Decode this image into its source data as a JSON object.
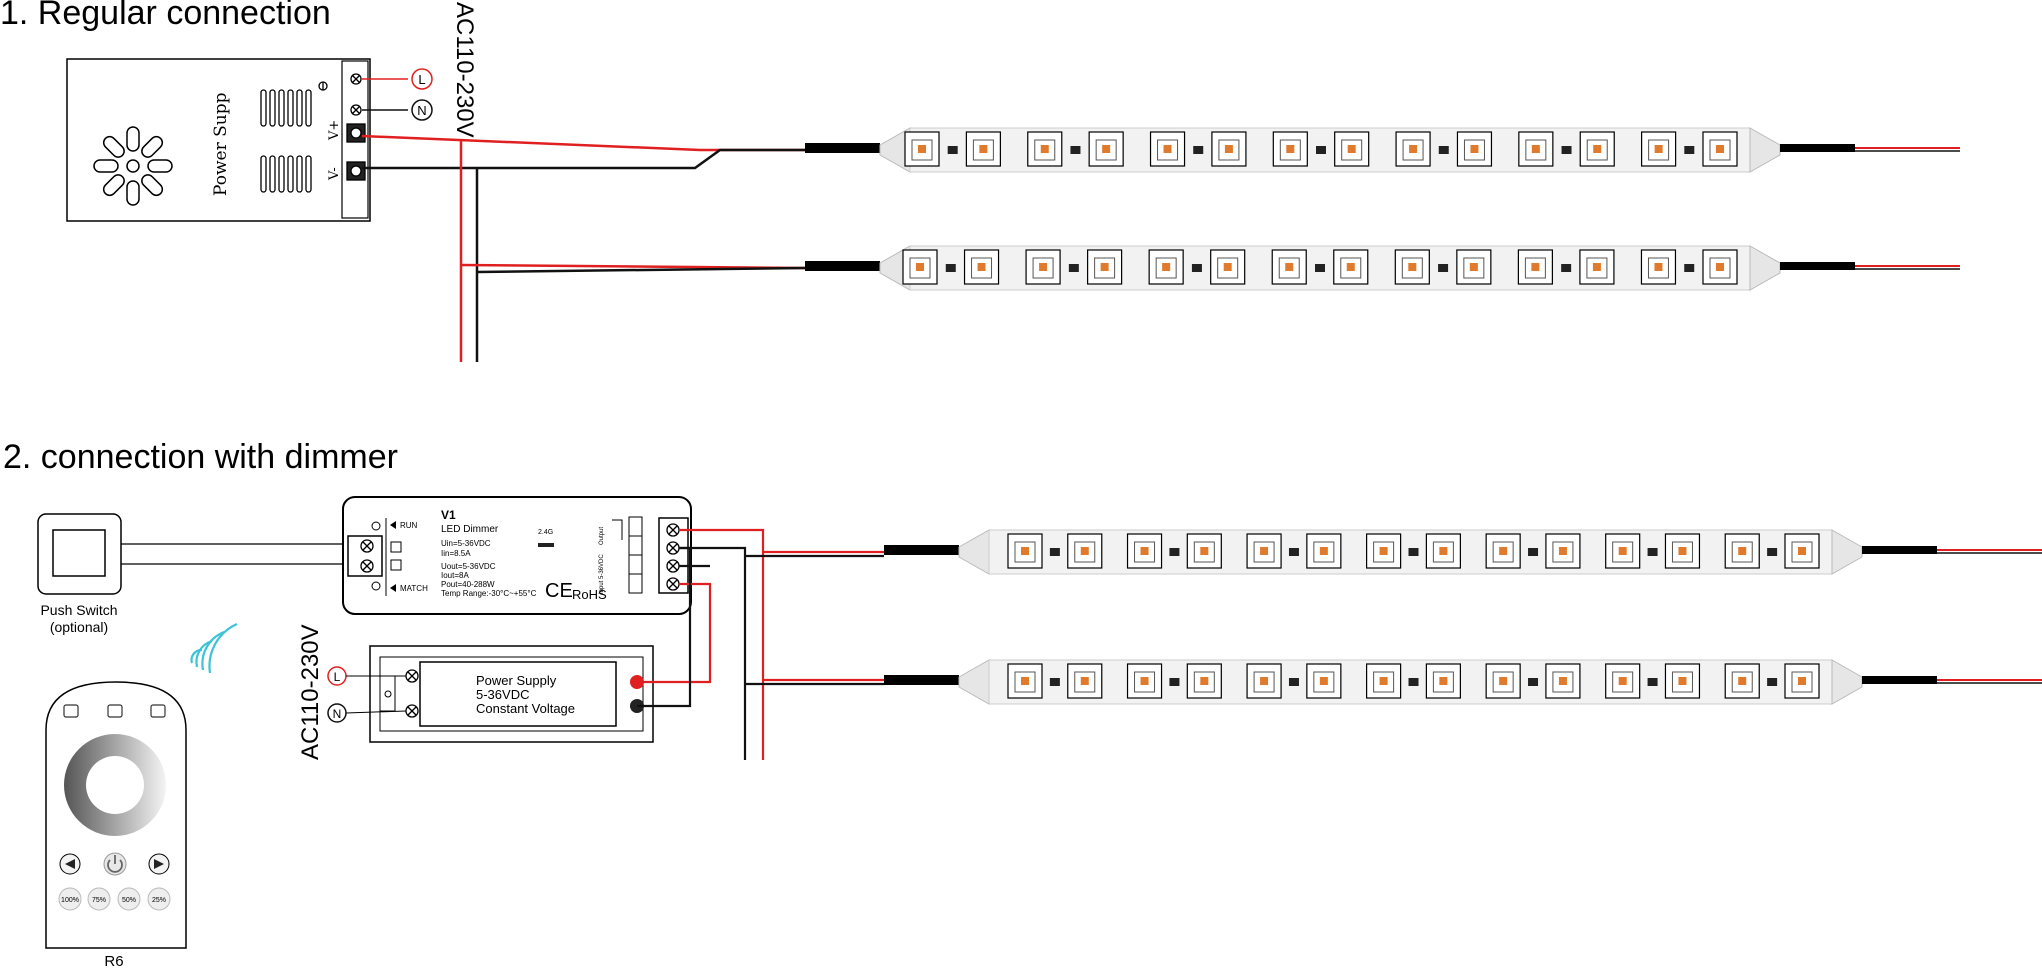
{
  "section1": {
    "title": "1. Regular connection",
    "ac_label": "AC110-230V",
    "psu_label": "Power Supp",
    "terminals": {
      "v_plus": "V+",
      "v_minus": "V-"
    },
    "mains": {
      "live": "L",
      "neutral": "N"
    }
  },
  "section2": {
    "title": "2. connection with dimmer",
    "ac_label": "AC110-230V",
    "push_switch": {
      "line1": "Push Switch",
      "line2": "(optional)"
    },
    "dimmer": {
      "model": "V1",
      "name": "LED Dimmer",
      "uin": "Uin=5-36VDC",
      "iin": "Iin=8.5A",
      "uout": "Uout=5-36VDC",
      "iout": "Iout=8A",
      "pout": "Pout=40-288W",
      "temp": "Temp Range:-30°C~+55°C",
      "run": "RUN",
      "match": "MATCH",
      "wireless": "2.4G",
      "ce": "CE",
      "rohs": "RoHS",
      "output": "Output",
      "input": "Input 5-36VDC"
    },
    "power_supply": {
      "line1": "Power Supply",
      "line2": "5-36VDC",
      "line3": "Constant Voltage"
    },
    "mains": {
      "live": "L",
      "neutral": "N"
    },
    "remote": {
      "model": "R6",
      "buttons": [
        "100%",
        "75%",
        "50%",
        "25%"
      ]
    }
  },
  "colors": {
    "live_wire": "#e02020",
    "neutral_wire": "#111111",
    "led_chip": "#e07a2c",
    "strip": "#f2f2f2",
    "remote_label": "#4ab5c4",
    "wifi": "#3cc3d6"
  }
}
